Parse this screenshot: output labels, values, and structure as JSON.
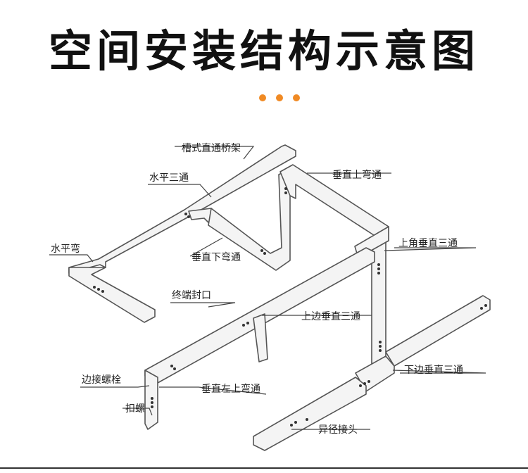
{
  "title": "空间安装结构示意图",
  "accent_color": "#f08a24",
  "labels": {
    "trough_straight": "槽式直通桥架",
    "horizontal_tee": "水平三通",
    "vertical_up_bend": "垂直上弯通",
    "horizontal_bend": "水平弯",
    "vertical_down_bend": "垂直下弯通",
    "upper_corner_vertical_tee": "上角垂直三通",
    "end_cap": "终端封口",
    "upper_side_vertical_tee": "上边垂直三通",
    "edge_bolt": "边接螺栓",
    "lower_side_vertical_tee": "下边垂直三通",
    "vertical_left_up_bend": "垂直左上弯通",
    "clip_nut": "扣螺",
    "reducer_joint": "异径接头"
  }
}
